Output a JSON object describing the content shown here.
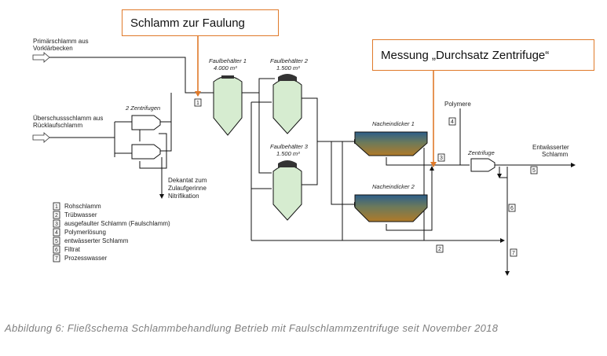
{
  "diagram": {
    "inputs": {
      "primaerschlamm_1": "Primärschlamm aus",
      "primaerschlamm_2": "Vorklärbecken",
      "ueberschuss_1": "Überschussschlamm aus",
      "ueberschuss_2": "Rücklaufschlamm"
    },
    "centrifuges_label": "2 Zentrifugen",
    "dekantat": [
      "Dekantat zum",
      "Zulaufgerinne",
      "Nitrifikation"
    ],
    "digesters": [
      {
        "name": "Faulbehälter 1",
        "volume": "4.000 m³"
      },
      {
        "name": "Faulbehälter 2",
        "volume": "1.500 m³"
      },
      {
        "name": "Faulbehälter 3",
        "volume": "1.500 m³"
      }
    ],
    "thickeners": [
      "Nacheindicker 1",
      "Nacheindicker 2"
    ],
    "polymere": "Polymere",
    "zentrifuge": "Zentrifuge",
    "output_1": "Entwässerter",
    "output_2": "Schlamm",
    "stream_numbers": {
      "n1": "1",
      "n2": "2",
      "n3": "3",
      "n4": "4",
      "n5": "5",
      "n6": "6",
      "n7": "7"
    },
    "legend": [
      {
        "num": "1",
        "text": "Rohschlamm"
      },
      {
        "num": "2",
        "text": "Trübwasser"
      },
      {
        "num": "3",
        "text": "ausgefaulter Schlamm (Faulschlamm)"
      },
      {
        "num": "4",
        "text": "Polymerlösung"
      },
      {
        "num": "5",
        "text": "entwässerter Schlamm"
      },
      {
        "num": "6",
        "text": "Filtrat"
      },
      {
        "num": "7",
        "text": "Prozesswasser"
      }
    ]
  },
  "callouts": {
    "faulung": "Schlamm zur Faulung",
    "messung": "Messung „Durchsatz Zentrifuge“"
  },
  "caption": "Abbildung 6:  Fließschema Schlammbehandlung Betrieb mit Faulschlammzentrifuge seit November 2018",
  "colors": {
    "digester_fill": "#d6ecd0",
    "thickener_top": "#2c5e8a",
    "thickener_bottom": "#b07a28",
    "callout_border": "#e07a2a",
    "arrow_orange": "#e07a2a"
  }
}
